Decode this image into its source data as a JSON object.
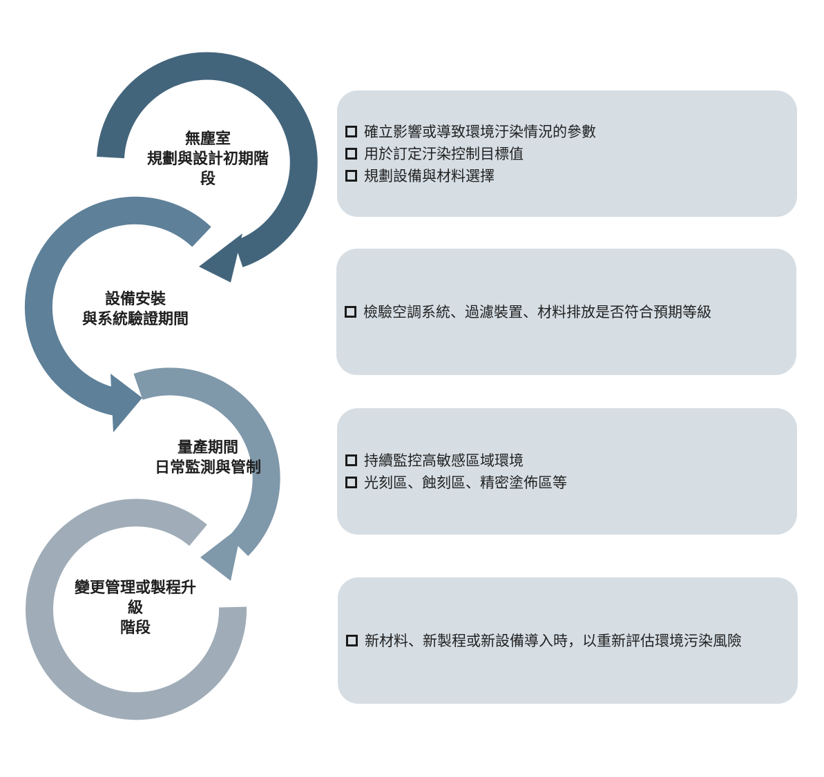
{
  "colors": {
    "stage1": "#43657c",
    "stage2": "#5e8099",
    "stage3": "#7f98aa",
    "stage4": "#a0adb8",
    "panel": "#d6dee4",
    "text": "#1e1e1e"
  },
  "stages": [
    {
      "label_lines": [
        "無塵室",
        "規劃與設計初期階",
        "段"
      ],
      "bullets": [
        "確立影響或導致環境汙染情況的參數",
        "用於訂定汙染控制目標值",
        "規劃設備與材料選擇"
      ]
    },
    {
      "label_lines": [
        "設備安裝",
        "與系統驗證期間"
      ],
      "bullets": [
        "檢驗空調系統、過濾裝置、材料排放是否符合預期等級"
      ]
    },
    {
      "label_lines": [
        "量產期間",
        "日常監測與管制"
      ],
      "bullets": [
        "持續監控高敏感區域環境",
        "光刻區、蝕刻區、精密塗佈區等"
      ]
    },
    {
      "label_lines": [
        "變更管理或製程升",
        "級",
        "階段"
      ],
      "bullets": [
        "新材料、新製程或新設備導入時，以重新評估環境污染風險"
      ]
    }
  ]
}
